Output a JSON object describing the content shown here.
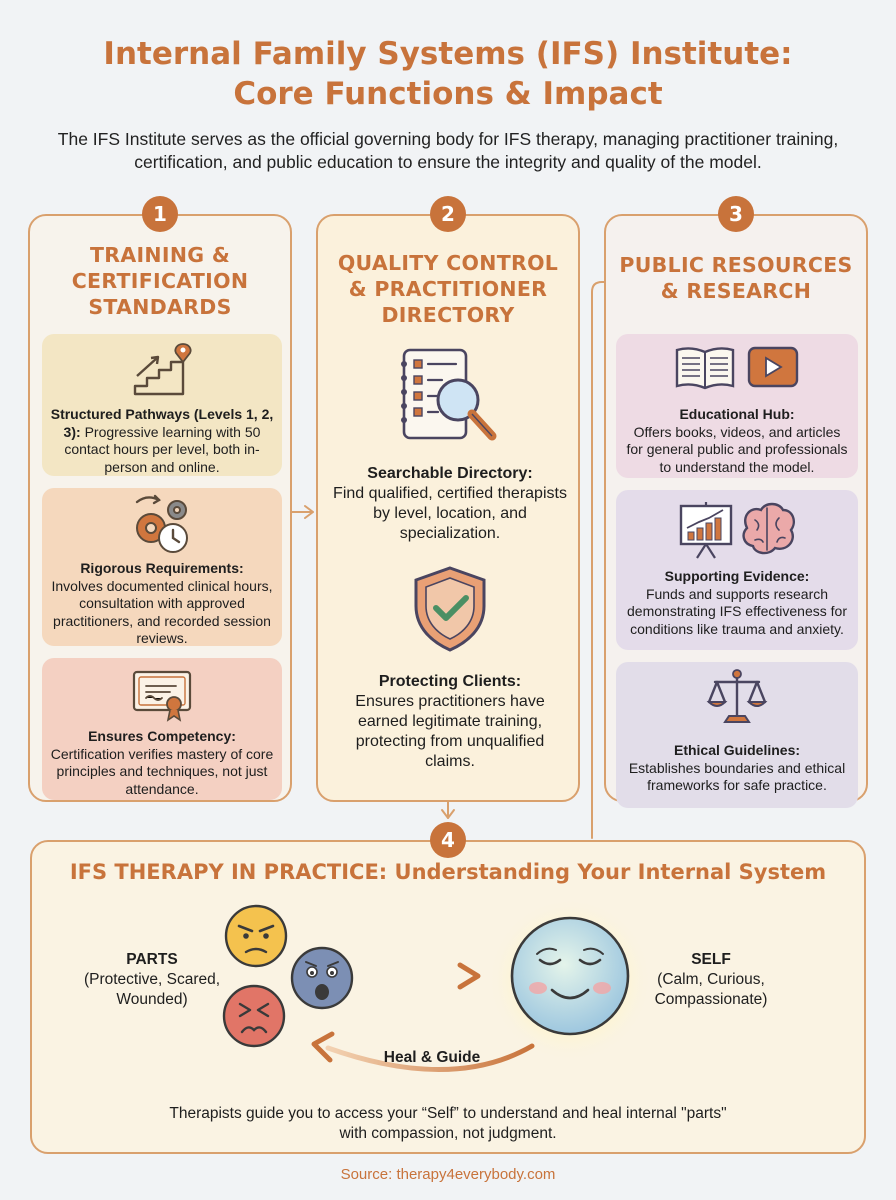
{
  "header": {
    "title_line1": "Internal Family Systems (IFS) Institute:",
    "title_line2": "Core Functions & Impact",
    "intro": "The IFS Institute serves as the official governing body for IFS therapy, managing practitioner training, certification, and public education to ensure the integrity and quality of the model."
  },
  "columns": [
    {
      "number": "1",
      "title": [
        "TRAINING &",
        "CERTIFICATION",
        "STANDARDS"
      ],
      "cards": [
        {
          "heading": "Structured Pathways (Levels 1, 2, 3):",
          "body": "Progressive learning with 50 contact hours per level, both in-person and online.",
          "icon": "stairs-goal-icon",
          "color": "#f3e6c4"
        },
        {
          "heading": "Rigorous Requirements:",
          "body": "Involves documented clinical hours, consultation with approved practitioners, and recorded session reviews.",
          "icon": "gears-clock-icon",
          "color": "#f5d8bd"
        },
        {
          "heading": "Ensures Competency:",
          "body": "Certification verifies mastery of core principles and techniques, not just attendance.",
          "icon": "certificate-icon",
          "color": "#f4d0c2"
        }
      ]
    },
    {
      "number": "2",
      "title": [
        "QUALITY CONTROL",
        "& PRACTITIONER",
        "DIRECTORY"
      ],
      "items": [
        {
          "heading": "Searchable Directory:",
          "body": "Find qualified, certified therapists by level, location, and specialization.",
          "icon": "notebook-magnifier-icon"
        },
        {
          "heading": "Protecting Clients:",
          "body": "Ensures practitioners have earned legitimate training, protecting from unqualified claims.",
          "icon": "shield-check-icon"
        }
      ]
    },
    {
      "number": "3",
      "title": [
        "PUBLIC RESOURCES",
        "& RESEARCH"
      ],
      "cards": [
        {
          "heading": "Educational Hub:",
          "body": "Offers books, videos, and articles for general public and professionals to understand the model.",
          "icon": "book-video-icon",
          "color": "#eedbe4"
        },
        {
          "heading": "Supporting Evidence:",
          "body": "Funds and supports research demonstrating IFS effectiveness for conditions like trauma and anxiety.",
          "icon": "chart-brain-icon",
          "color": "#e4dcea"
        },
        {
          "heading": "Ethical Guidelines:",
          "body": "Establishes boundaries and ethical frameworks for safe practice.",
          "icon": "scales-icon",
          "color": "#e2dde9"
        }
      ]
    }
  ],
  "practice": {
    "number": "4",
    "title": "IFS THERAPY IN PRACTICE: Understanding Your Internal System",
    "parts_label": "PARTS",
    "parts_desc": "(Protective, Scared, Wounded)",
    "self_label": "SELF",
    "self_desc": "(Calm, Curious, Compassionate)",
    "return_label": "Heal & Guide",
    "note": "Therapists guide you to access your “Self” to understand and heal internal \"parts\" with compassion, not judgment."
  },
  "footer": {
    "source": "Source: therapy4everybody.com"
  },
  "colors": {
    "accent": "#c8733b",
    "border": "#d9a06d",
    "background": "#f1f3f5"
  }
}
